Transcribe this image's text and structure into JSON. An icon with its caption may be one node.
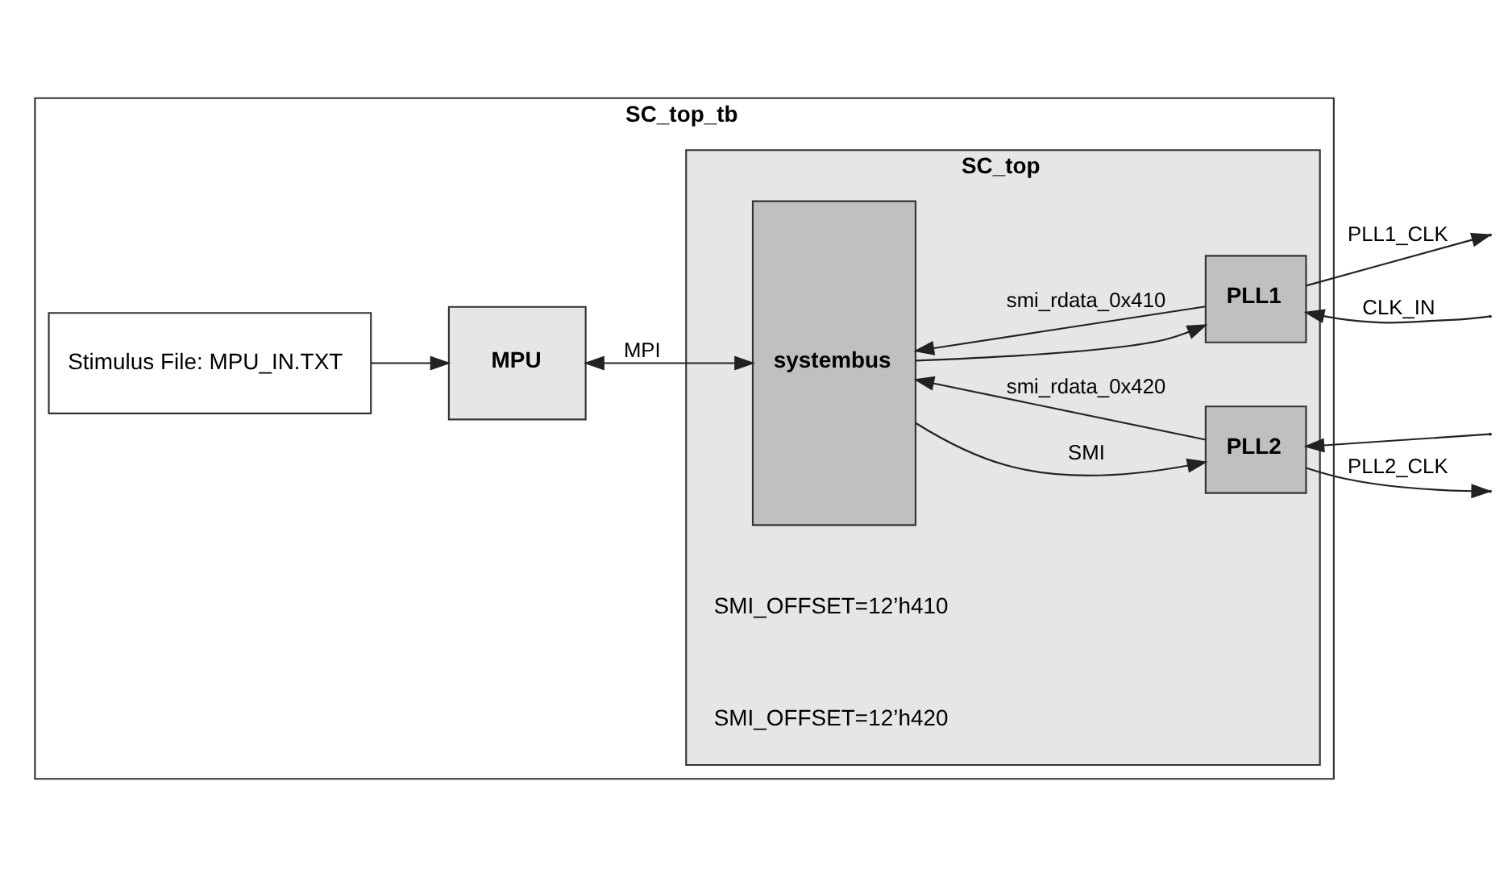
{
  "diagram": {
    "nodes": [
      {
        "text": [
          "SC_top_tb"
        ]
      },
      {
        "text": [
          "Stimulus File: MPU_IN.TXT"
        ],
        "in": 0
      },
      {
        "text": [
          "MPU"
        ],
        "in": 0
      },
      {
        "text": [
          "SC_top"
        ],
        "in": 0
      },
      {
        "text": [
          "systembus"
        ],
        "in": 3
      },
      {
        "text": [
          "PLL1"
        ],
        "in": 3
      },
      {
        "text": [
          "PLL2"
        ],
        "in": 3
      }
    ],
    "edges": [
      {
        "from": 1,
        "to": 2,
        "arrow": "to"
      },
      {
        "from": 2,
        "to": 4,
        "arrow": "both",
        "label": "MPI"
      },
      {
        "from": 5,
        "to": 4,
        "arrow": "to",
        "label": "smi_rdata_0x410"
      },
      {
        "from": 4,
        "to": 5,
        "arrow": "to"
      },
      {
        "from": 4,
        "to": 6,
        "arrow": "to",
        "label": "SMI"
      },
      {
        "from": 6,
        "to": 4,
        "arrow": "to",
        "label": "smi_rdata_0x420"
      },
      {
        "from": 5,
        "to": null,
        "arrow": "to",
        "label": "PLL1_CLK"
      },
      {
        "from": 6,
        "to": null,
        "arrow": "to",
        "label": "PLL2_CLK"
      },
      {
        "from": null,
        "to": 5,
        "arrow": "to",
        "label": "CLK_IN"
      },
      {
        "from": null,
        "to": 6,
        "arrow": "to"
      }
    ],
    "labels": [
      "SMI_OFFSET=12’h410",
      "SMI_OFFSET=12’h420"
    ]
  }
}
